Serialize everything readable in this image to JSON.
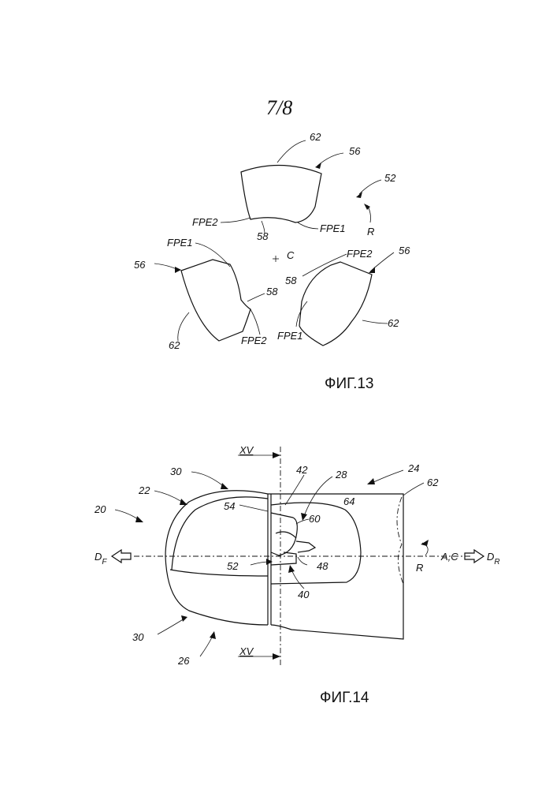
{
  "sheet": {
    "page_number": "7/8"
  },
  "fig13": {
    "caption": "ФИГ.13",
    "labels": {
      "l62_top": "62",
      "l56_top": "56",
      "l52": "52",
      "lR": "R",
      "lFPE2_top": "FPE2",
      "l58_top": "58",
      "lFPE1_top": "FPE1",
      "lC": "C",
      "lFPE1_left": "FPE1",
      "l56_left": "56",
      "l58_left": "58",
      "l62_left": "62",
      "lFPE2_left": "FPE2",
      "lFPE2_right": "FPE2",
      "l56_right": "56",
      "l58_right": "58",
      "lFPE1_right": "FPE1",
      "l62_right": "62"
    }
  },
  "fig14": {
    "caption": "ФИГ.14",
    "labels": {
      "lXV_top": "XV",
      "lXV_bot": "XV",
      "l30_top": "30",
      "l22": "22",
      "l20": "20",
      "l42": "42",
      "l28": "28",
      "l24": "24",
      "l62": "62",
      "l54": "54",
      "l60": "60",
      "l64": "64",
      "lDF": "D",
      "lDF_sub": "F",
      "l52": "52",
      "l48": "48",
      "l40": "40",
      "lAC": "A,C",
      "lDR": "D",
      "lDR_sub": "R",
      "lR": "R",
      "l30_bot": "30",
      "l26": "26"
    }
  }
}
